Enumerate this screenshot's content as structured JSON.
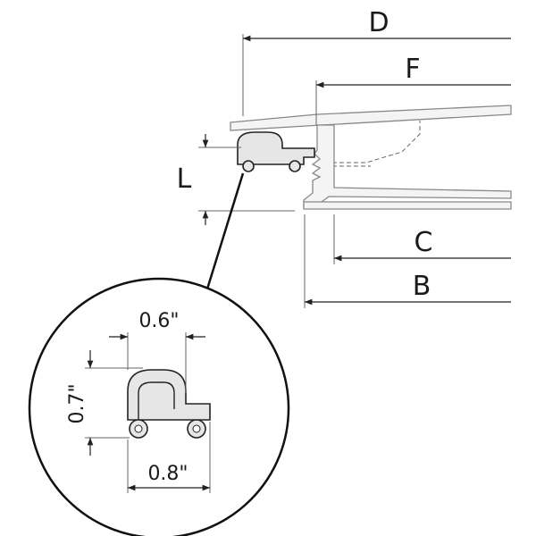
{
  "labels": {
    "D": "D",
    "F": "F",
    "L": "L",
    "C": "C",
    "B": "B"
  },
  "detail": {
    "width_top": "0.6\"",
    "height": "0.7\"",
    "width_bottom": "0.8\""
  },
  "colors": {
    "line": "#222222",
    "part_fill": "#e6e6e6",
    "ghost_fill": "#f4f4f4"
  }
}
